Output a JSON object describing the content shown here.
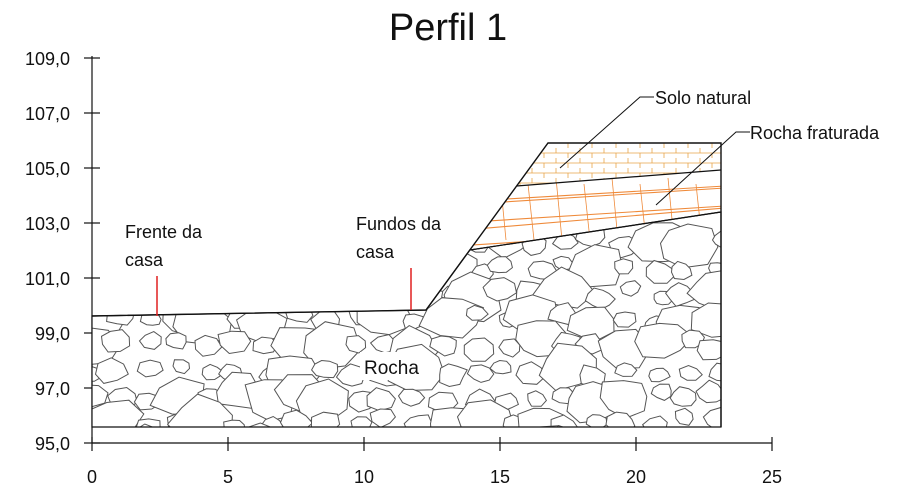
{
  "title": "Perfil 1",
  "y_ticks": [
    "109,0",
    "107,0",
    "105,0",
    "103,0",
    "101,0",
    "99,0",
    "97,0",
    "95,0"
  ],
  "x_ticks": [
    "0",
    "5",
    "10",
    "15",
    "20",
    "25"
  ],
  "labels": {
    "frente_da_casa": [
      "Frente da",
      "casa"
    ],
    "fundos_da_casa": [
      "Fundos da",
      "casa"
    ],
    "rocha": "Rocha",
    "solo_natural": "Solo natural",
    "rocha_fraturada": "Rocha fraturada"
  },
  "colors": {
    "axis": "#111111",
    "outline": "#111111",
    "marker": "#e02020",
    "soil_pattern": "#e8a54a",
    "fracture_lines": "#ef8a3a",
    "rock_pattern": "#555555"
  }
}
